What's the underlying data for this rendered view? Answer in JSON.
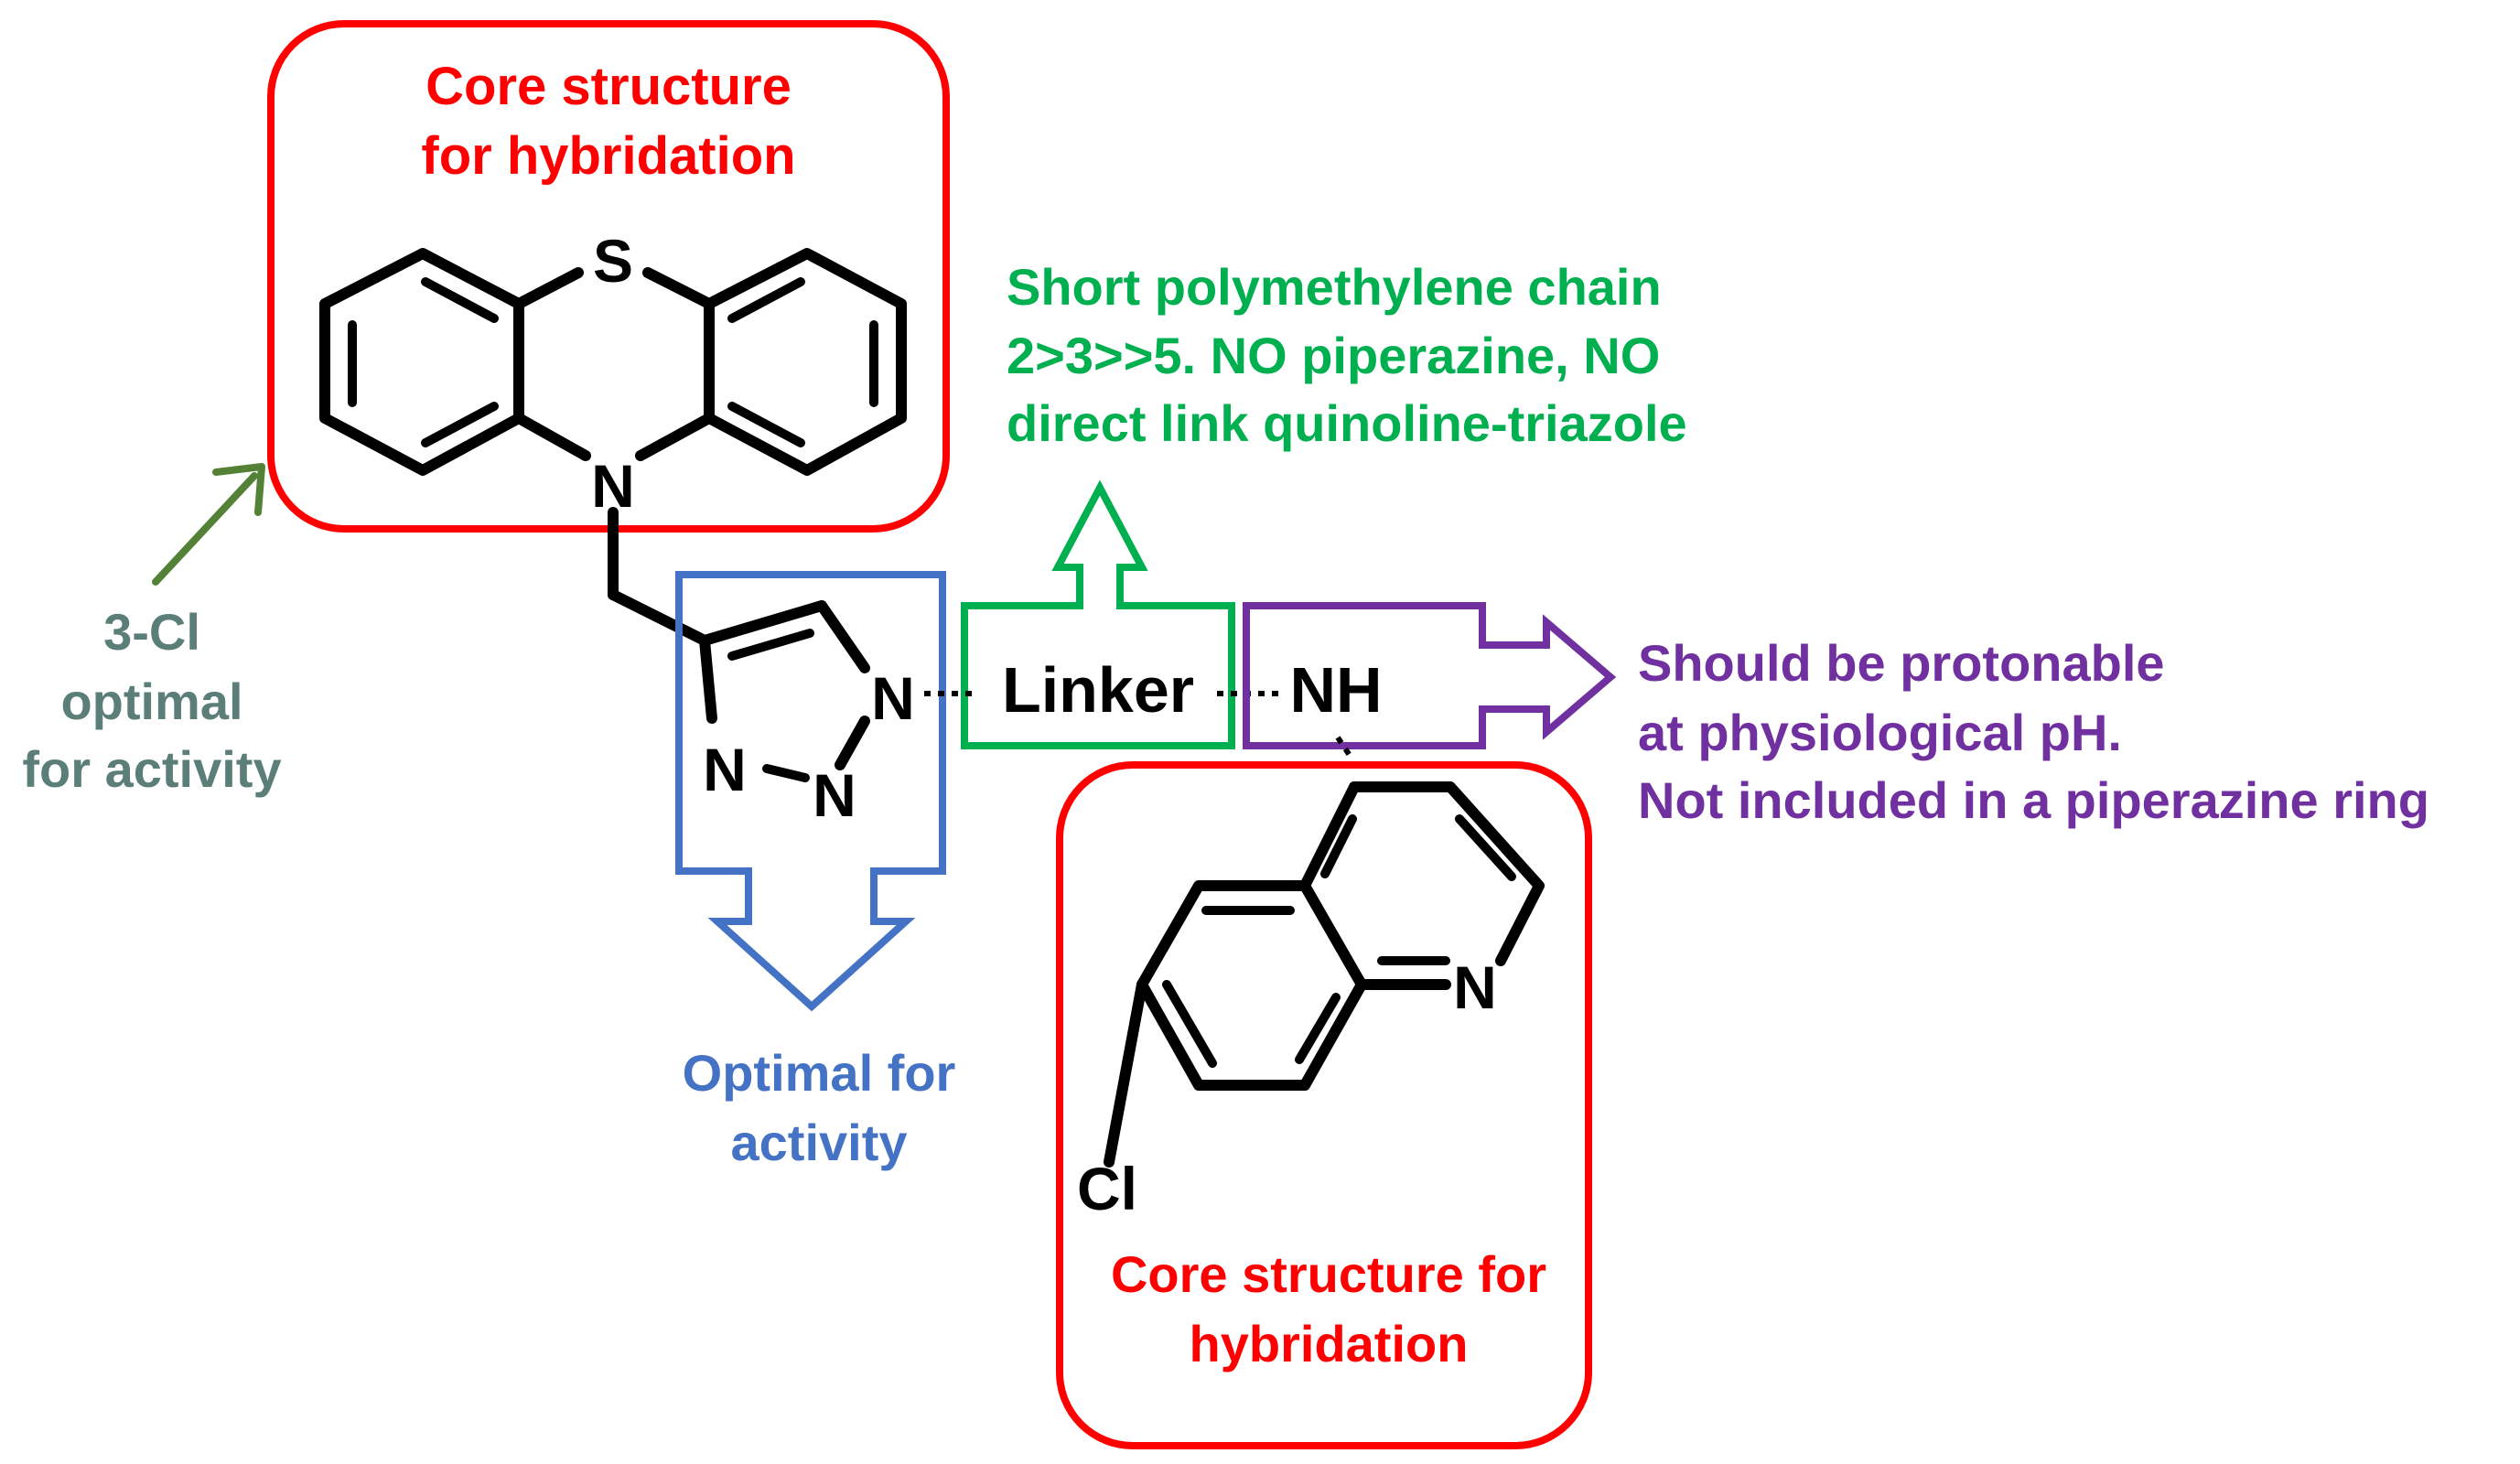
{
  "colors": {
    "core": "#ff0000",
    "triazole": "#4472c4",
    "linker": "#00b050",
    "amine": "#7030a0",
    "substituent": "#5b7f78",
    "substituent_arrow": "#538135",
    "bond": "#000000"
  },
  "core_top": {
    "line1": "Core structure",
    "line2": "for hybridation"
  },
  "core_bottom": {
    "line1": "Core structure for",
    "line2": "hybridation"
  },
  "linker_note": {
    "line1": "Short polymethylene  chain",
    "line2": "2>3>>5. NO piperazine, NO",
    "line3": "direct link quinoline-triazole"
  },
  "amine_note": {
    "line1": "Should be protonable",
    "line2": "at physiological  pH.",
    "line3": "Not included in a piperazine ring"
  },
  "substituent_note": {
    "line1": "3-Cl",
    "line2": "optimal",
    "line3": "for activity"
  },
  "triazole_note": {
    "line1": "Optimal for",
    "line2": "activity"
  },
  "atoms": {
    "sulfur": "S",
    "ring_n": "N",
    "triazole_n1": "N",
    "triazole_n2": "N",
    "triazole_n3": "N",
    "quinoline_n": "N",
    "chloro": "Cl",
    "amine": "NH",
    "linker": "Linker"
  },
  "icons": {
    "triazole_arrow": "hollow-down-arrow-icon",
    "linker_arrow": "hollow-up-arrow-icon",
    "amine_arrow": "hollow-right-arrow-icon",
    "substituent_arrow": "diagonal-arrow-icon"
  }
}
